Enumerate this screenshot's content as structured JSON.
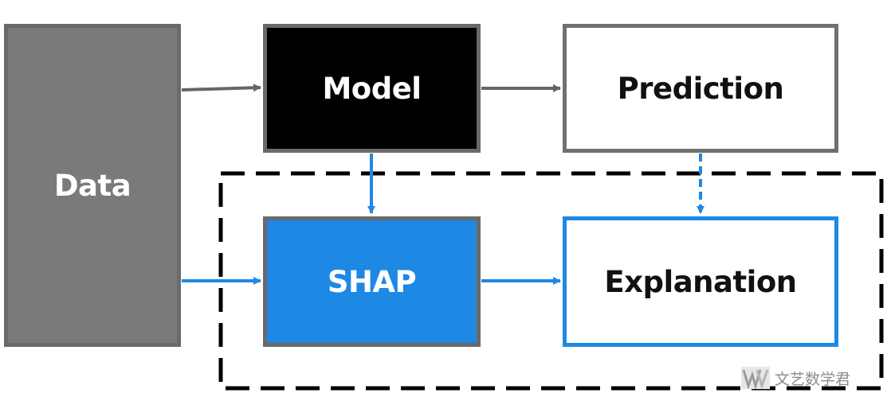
{
  "nodes": {
    "data": {
      "label": "Data"
    },
    "model": {
      "label": "Model"
    },
    "prediction": {
      "label": "Prediction"
    },
    "shap": {
      "label": "SHAP"
    },
    "explanation": {
      "label": "Explanation"
    }
  },
  "edges": [
    {
      "from": "data",
      "to": "model",
      "style": "solid",
      "color": "#666666"
    },
    {
      "from": "model",
      "to": "prediction",
      "style": "solid",
      "color": "#666666"
    },
    {
      "from": "model",
      "to": "shap",
      "style": "solid",
      "color": "#1e88e5"
    },
    {
      "from": "prediction",
      "to": "explanation",
      "style": "dashed",
      "color": "#1e88e5"
    },
    {
      "from": "data",
      "to": "shap",
      "style": "solid",
      "color": "#1e88e5"
    },
    {
      "from": "shap",
      "to": "explanation",
      "style": "solid",
      "color": "#1e88e5"
    }
  ],
  "group": {
    "members": [
      "shap",
      "explanation"
    ],
    "style": "dashed",
    "color": "#000000"
  },
  "colors": {
    "data_fill": "#7a7a7a",
    "model_fill": "#000000",
    "shap_fill": "#1e88e5",
    "accent_blue": "#1e88e5",
    "gray_arrow": "#666666"
  },
  "watermark": {
    "text": "文艺数学君",
    "logo": "w-logo"
  }
}
